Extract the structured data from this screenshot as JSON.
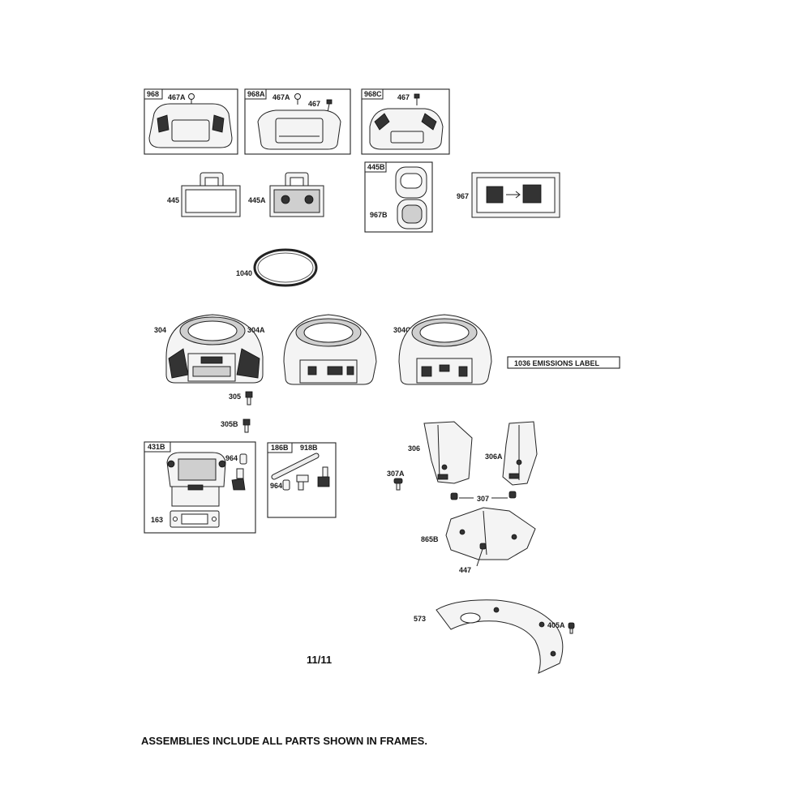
{
  "labels": {
    "f968": "968",
    "f968_467a": "467A",
    "f968a": "968A",
    "f968a_467a": "467A",
    "f968a_467": "467",
    "f968c": "968C",
    "f968c_467": "467",
    "p445": "445",
    "p445a": "445A",
    "f445b": "445B",
    "p967b": "967B",
    "p967": "967",
    "p1040": "1040",
    "p304": "304",
    "p304a": "304A",
    "p304c": "304C",
    "emissions": "1036 EMISSIONS LABEL",
    "p305": "305",
    "p305b": "305B",
    "f431b": "431B",
    "f431b_964": "964",
    "f431b_163": "163",
    "f186b": "186B",
    "f918b": "918B",
    "f186b_964": "964",
    "p306": "306",
    "p306a": "306A",
    "p307a": "307A",
    "p307": "307",
    "p865b": "865B",
    "p447": "447",
    "p573": "573",
    "p405a": "405A"
  },
  "page_number": "11/11",
  "footer_note": "ASSEMBLIES INCLUDE ALL PARTS SHOWN IN FRAMES."
}
